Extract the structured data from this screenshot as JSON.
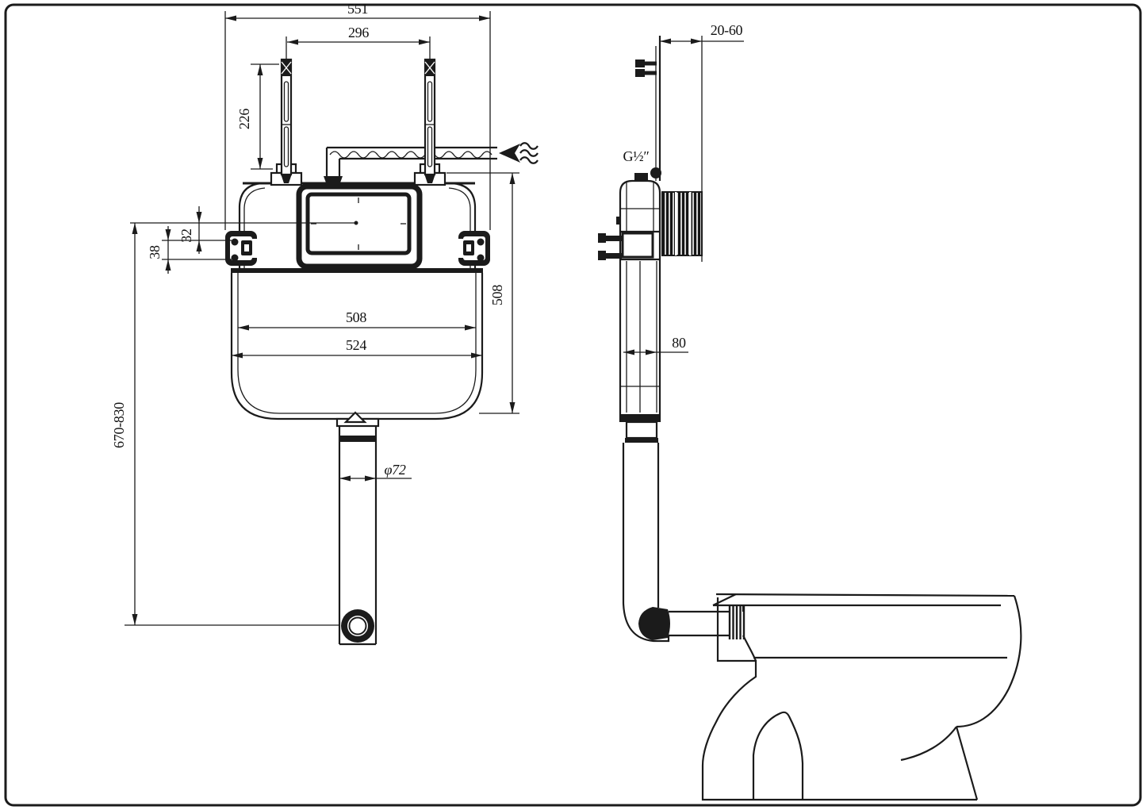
{
  "front_view": {
    "dims": {
      "overall_width": "551",
      "rod_spacing": "296",
      "rod_length": "226",
      "bracket_center_offset": "32",
      "bracket_hole_spacing": "38",
      "tank_inner_width": "508",
      "tank_outer_width": "524",
      "tank_height": "508",
      "install_height_range": "670-830",
      "flush_pipe_diameter": "φ72"
    }
  },
  "side_view": {
    "dims": {
      "wall_clearance_range": "20-60",
      "inlet_thread": "G½″",
      "tank_depth": "80"
    }
  }
}
